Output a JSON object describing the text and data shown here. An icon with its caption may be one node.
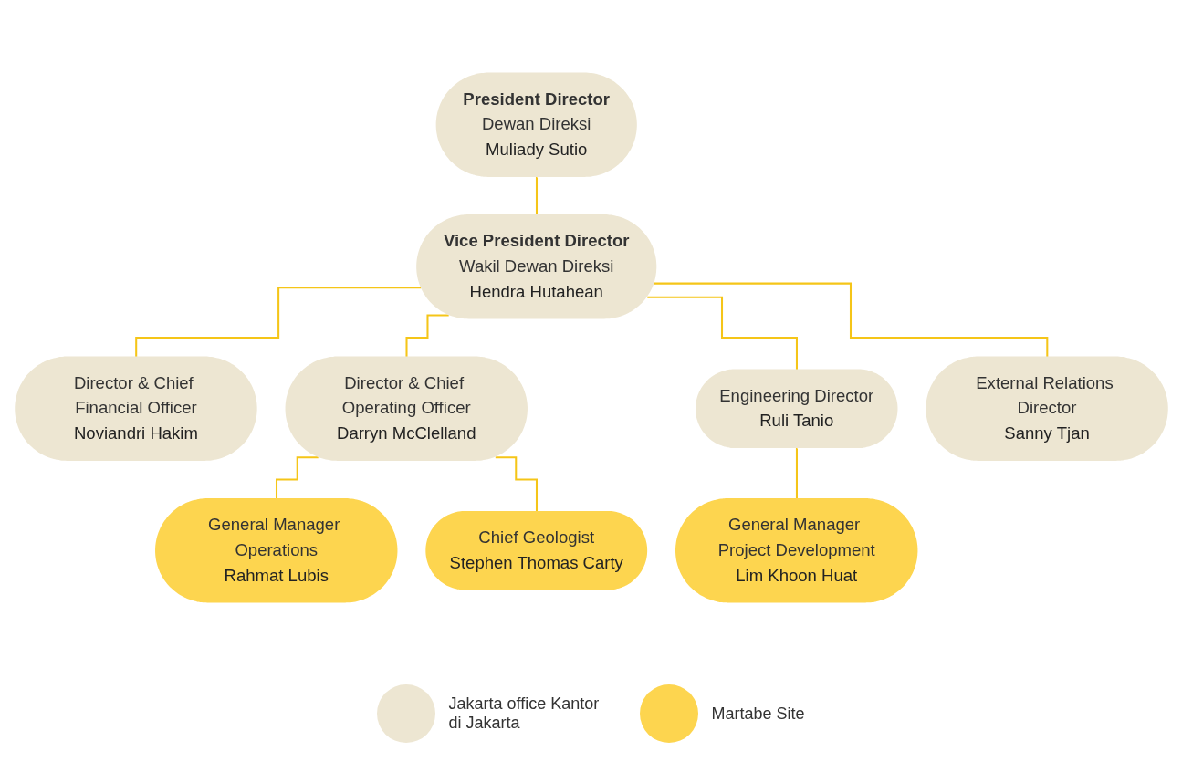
{
  "diagram": {
    "nodes": [
      {
        "text": [
          "President Director",
          "Dewan Direksi",
          "Muliady Sutio"
        ]
      },
      {
        "text": [
          "Vice President Director",
          "Wakil Dewan Direksi",
          "Hendra Hutahean"
        ]
      },
      {
        "text": [
          "Director & Chief Financial Officer",
          "Noviandri Hakim"
        ]
      },
      {
        "text": [
          "Director & Chief Operating Officer",
          "Darryn McClelland"
        ]
      },
      {
        "text": [
          "Engineering Director",
          "Ruli Tanio"
        ]
      },
      {
        "text": [
          "External Relations Director",
          "Sanny Tjan"
        ]
      },
      {
        "text": [
          "General Manager Operations",
          "Rahmat Lubis"
        ]
      },
      {
        "text": [
          "Chief Geologist",
          "Stephen Thomas Carty"
        ]
      },
      {
        "text": [
          "General Manager Project Development",
          "Lim Khoon Huat"
        ]
      }
    ],
    "edges": [
      {
        "from": 0,
        "to": 1,
        "arrow": "none"
      },
      {
        "from": 1,
        "to": 2,
        "arrow": "none"
      },
      {
        "from": 1,
        "to": 3,
        "arrow": "none"
      },
      {
        "from": 1,
        "to": 4,
        "arrow": "none"
      },
      {
        "from": 1,
        "to": 5,
        "arrow": "none"
      },
      {
        "from": 3,
        "to": 6,
        "arrow": "none"
      },
      {
        "from": 3,
        "to": 7,
        "arrow": "none"
      },
      {
        "from": 4,
        "to": 8,
        "arrow": "none"
      }
    ],
    "legend": [
      {
        "text": "Jakarta office Kantor di Jakarta",
        "color": "#ede6d2"
      },
      {
        "text": "Martabe Site",
        "color": "#fdd54f"
      }
    ]
  }
}
